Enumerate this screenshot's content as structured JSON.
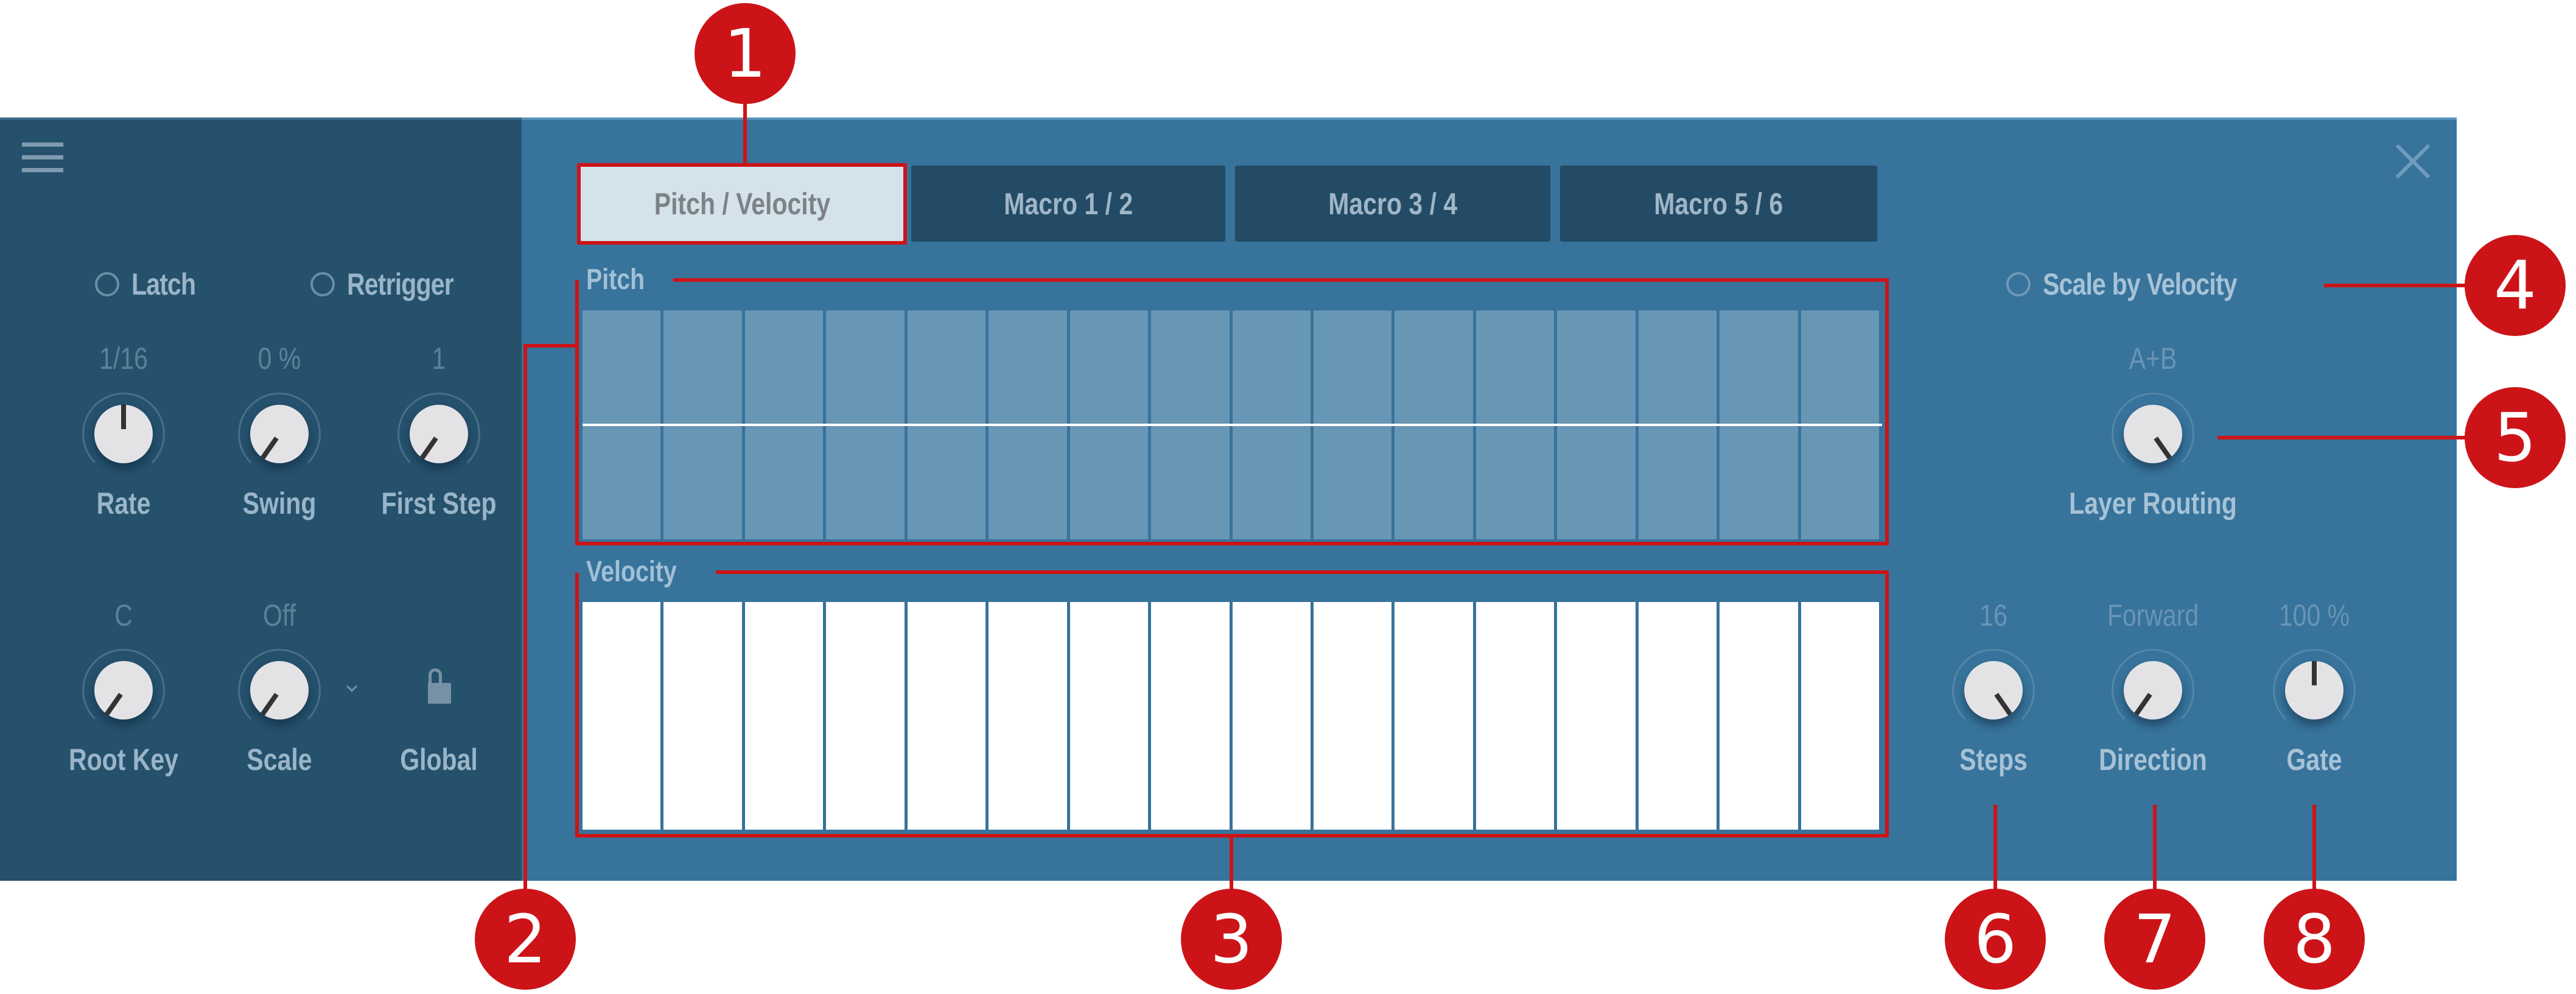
{
  "window": {
    "menu_icon": "hamburger-icon",
    "close_icon": "close-icon"
  },
  "left_panel": {
    "toggles": [
      {
        "label": "Latch",
        "checked": false
      },
      {
        "label": "Retrigger",
        "checked": false
      }
    ],
    "knobs_row1": [
      {
        "label": "Rate",
        "value": "1/16",
        "angle": 0
      },
      {
        "label": "Swing",
        "value": "0 %",
        "angle": -145
      },
      {
        "label": "First Step",
        "value": "1",
        "angle": -145
      }
    ],
    "knobs_row2": [
      {
        "label": "Root Key",
        "value": "C",
        "angle": -145
      },
      {
        "label": "Scale",
        "value": "Off",
        "angle": -145
      },
      {
        "label": "Global",
        "value": ""
      }
    ],
    "scale_dropdown_icon": "chevron-down-icon",
    "global_icon": "unlocked-padlock-icon"
  },
  "tabs": [
    {
      "label": "Pitch / Velocity",
      "active": true
    },
    {
      "label": "Macro 1 / 2",
      "active": false
    },
    {
      "label": "Macro 3 / 4",
      "active": false
    },
    {
      "label": "Macro 5 / 6",
      "active": false
    }
  ],
  "pitch": {
    "label": "Pitch",
    "steps": 16,
    "values": [
      0,
      0,
      0,
      0,
      0,
      0,
      0,
      0,
      0,
      0,
      0,
      0,
      0,
      0,
      0,
      0
    ]
  },
  "velocity": {
    "label": "Velocity",
    "steps": 16,
    "values": [
      100,
      100,
      100,
      100,
      100,
      100,
      100,
      100,
      100,
      100,
      100,
      100,
      100,
      100,
      100,
      100
    ]
  },
  "right_panel": {
    "scale_by_velocity": {
      "label": "Scale by Velocity",
      "checked": false
    },
    "layer_routing": {
      "label": "Layer Routing",
      "value": "A+B",
      "angle": 145
    },
    "knobs": [
      {
        "label": "Steps",
        "value": "16",
        "angle": 145
      },
      {
        "label": "Direction",
        "value": "Forward",
        "angle": -145
      },
      {
        "label": "Gate",
        "value": "100 %",
        "angle": 0
      }
    ]
  },
  "callouts": [
    "1",
    "2",
    "3",
    "4",
    "5",
    "6",
    "7",
    "8"
  ],
  "colors": {
    "panel": "#37739b",
    "left_panel": "#25516d",
    "tab_inactive": "#234b66",
    "tab_active": "#d4e2eb",
    "pitch_cell": "#6896b5",
    "velocity_cell": "#ffffff",
    "annotation_red": "#cc1418"
  }
}
